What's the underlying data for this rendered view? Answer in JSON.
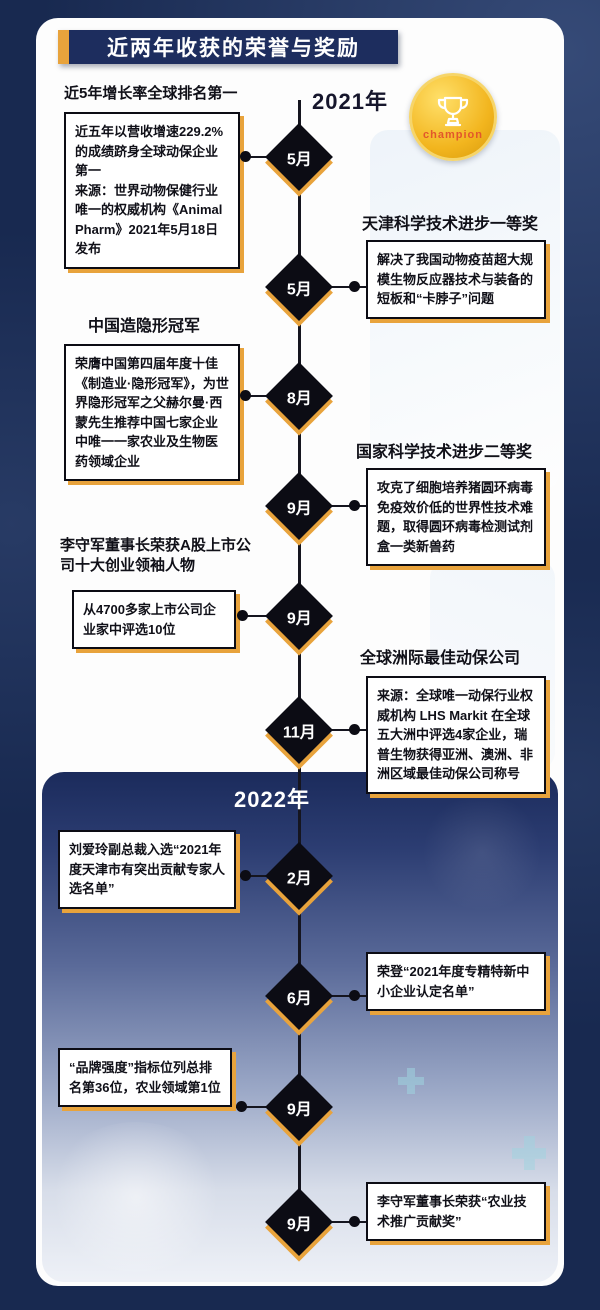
{
  "title": "近两年收获的荣誉与奖励",
  "badge": {
    "label": "champion"
  },
  "years": {
    "y2021": "2021年",
    "y2022": "2022年"
  },
  "items": [
    {
      "month": "5月",
      "heading": "近5年增长率全球排名第一",
      "body": "近五年以营收增速229.2%的成绩跻身全球动保企业第一\n来源：世界动物保健行业唯一的权威机构《Animal Pharm》2021年5月18日发布"
    },
    {
      "month": "5月",
      "heading": "天津科学技术进步一等奖",
      "body": "解决了我国动物疫苗超大规模生物反应器技术与装备的短板和“卡脖子”问题"
    },
    {
      "month": "8月",
      "heading": "中国造隐形冠军",
      "body": "荣膺中国第四届年度十佳《制造业·隐形冠军》，为世界隐形冠军之父赫尔曼·西蒙先生推荐中国七家企业中唯一一家农业及生物医药领域企业"
    },
    {
      "month": "9月",
      "heading": "国家科学技术进步二等奖",
      "body": "攻克了细胞培养猪圆环病毒免疫效价低的世界性技术难题，取得圆环病毒检测试剂盒一类新兽药"
    },
    {
      "month": "9月",
      "heading": "李守军董事长荣获A股上市公司十大创业领袖人物",
      "body": "从4700多家上市公司企业家中评选10位"
    },
    {
      "month": "11月",
      "heading": "全球洲际最佳动保公司",
      "body": "来源：全球唯一动保行业权威机构 LHS Markit 在全球五大洲中评选4家企业，瑞普生物获得亚洲、澳洲、非洲区域最佳动保公司称号"
    },
    {
      "month": "2月",
      "heading": "",
      "body": "刘爱玲副总裁入选“2021年度天津市有突出贡献专家人选名单”"
    },
    {
      "month": "6月",
      "heading": "",
      "body": "荣登“2021年度专精特新中小企业认定名单”"
    },
    {
      "month": "9月",
      "heading": "",
      "body": "“品牌强度”指标位列总排名第36位，农业领域第1位"
    },
    {
      "month": "9月",
      "heading": "",
      "body": "李守军董事长荣获“农业技术推广贡献奖”"
    }
  ]
}
